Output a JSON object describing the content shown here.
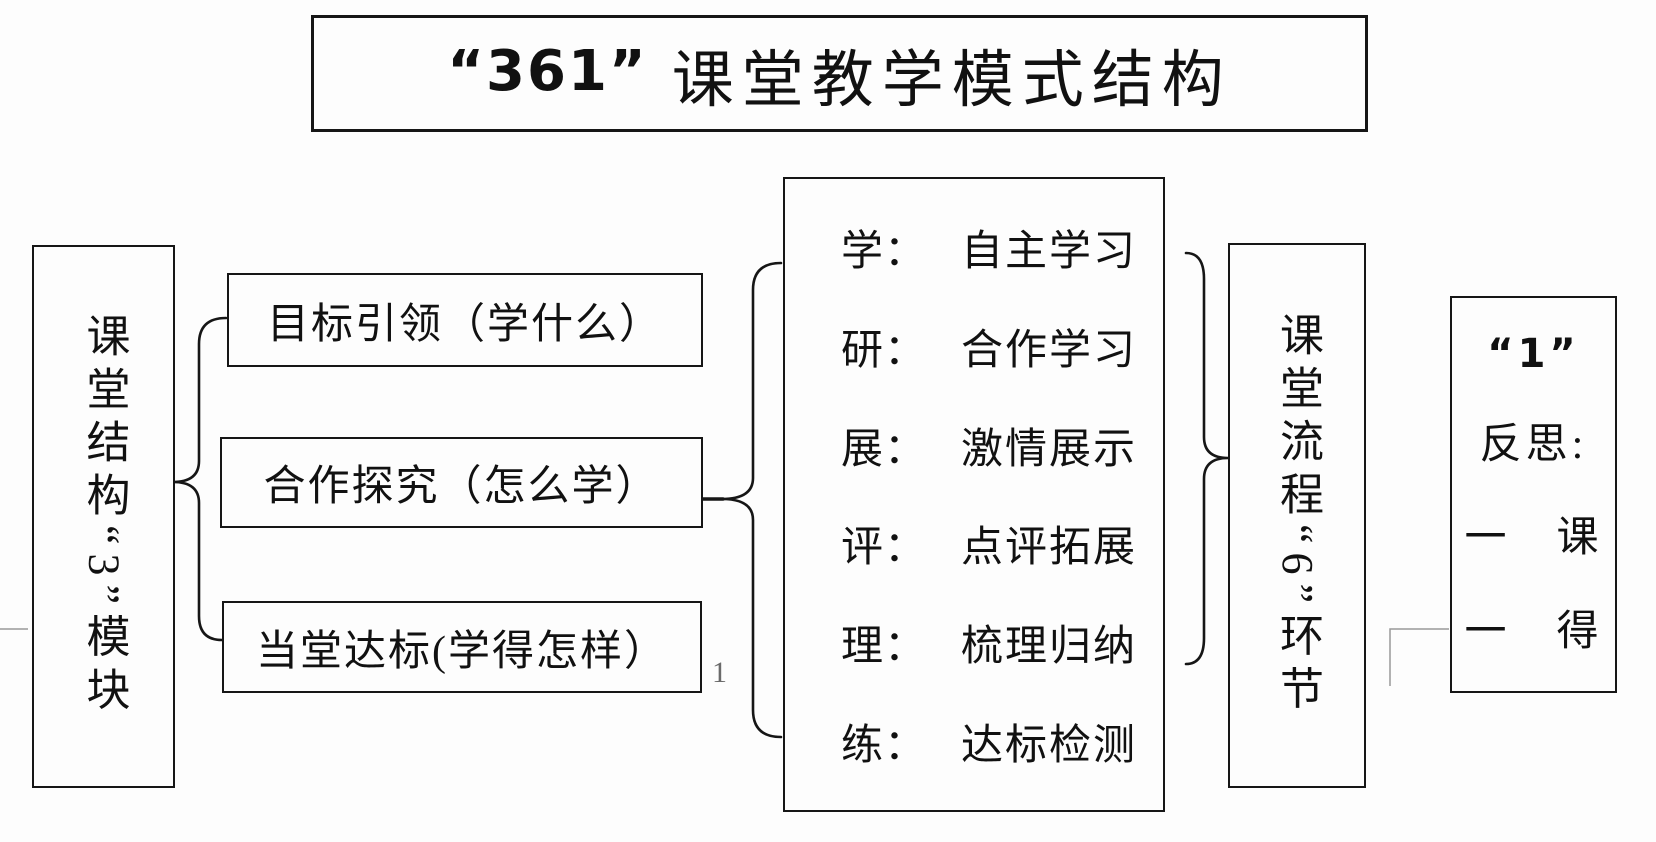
{
  "title": {
    "number": "“361”",
    "text": "课堂教学模式结构"
  },
  "left_module": {
    "text": "课堂结构“3”模块"
  },
  "structure_boxes": [
    {
      "label": "目标引领（学什么）"
    },
    {
      "label": "合作探究（怎么学）"
    },
    {
      "label": "当堂达标(学得怎样）"
    }
  ],
  "process_steps": [
    {
      "key": "学：",
      "value": "自主学习"
    },
    {
      "key": "研：",
      "value": "合作学习"
    },
    {
      "key": "展：",
      "value": "激情展示"
    },
    {
      "key": "评：",
      "value": "点评拓展"
    },
    {
      "key": "理：",
      "value": "梳理归纳"
    },
    {
      "key": "练：",
      "value": "达标检测"
    }
  ],
  "right_module": {
    "text": "课堂流程“6”环节"
  },
  "reflection_box": {
    "lines": [
      "“1”",
      "反思:",
      "一　课",
      "一　得"
    ]
  },
  "page_number": "1",
  "colors": {
    "line": "#161616",
    "text": "#111111",
    "artifact": "#9a9a9a",
    "page_number": "#6a6a6a",
    "background": "#fdfdfd"
  }
}
